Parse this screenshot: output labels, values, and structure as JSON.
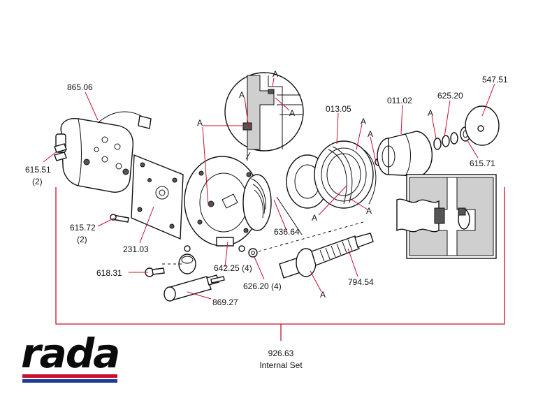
{
  "labels": {
    "p865_06": "865.06",
    "p615_51": "615.51",
    "p615_51_qty": "(2)",
    "p615_72": "615.72",
    "p615_72_qty": "(2)",
    "p231_03": "231.03",
    "p618_31": "618.31",
    "p869_27": "869.27",
    "p642_25": "642.25 (4)",
    "p626_20": "626.20 (4)",
    "p636_64": "636.64",
    "p013_05": "013.05",
    "p011_02": "011.02",
    "p625_20": "625.20",
    "p547_51": "547.51",
    "p615_71": "615.71",
    "p794_54": "794.54"
  },
  "a_marker": "A",
  "internal_set": {
    "code": "926.63",
    "name": "Internal Set"
  },
  "logo": {
    "text": "rada",
    "stripe_colors": [
      "#c8102e",
      "#1f3a93"
    ]
  },
  "colors": {
    "leader_lines": "#c8102e",
    "drawing_ink": "#111111"
  }
}
